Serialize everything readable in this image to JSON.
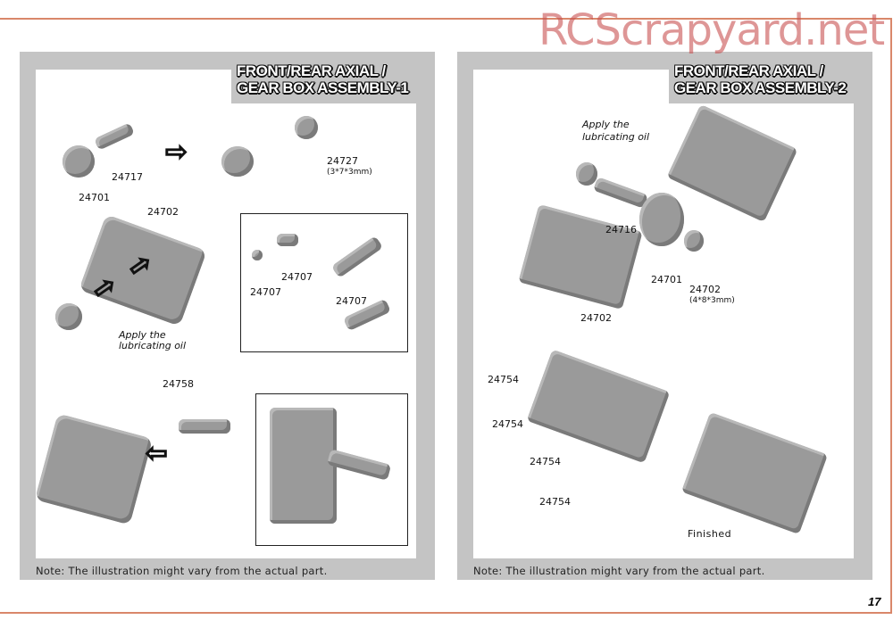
{
  "left_panel": {
    "title_line1": "FRONT/REAR AXIAL /",
    "title_line2": "GEAR BOX ASSEMBLY-1",
    "labels": [
      "24717",
      "24701",
      "24727",
      "(3*7*3mm)",
      "24702",
      "24707",
      "24707",
      "24707",
      "Apply the",
      "lubricating oil",
      "24758"
    ],
    "note": "Note: The illustration might vary from the actual part."
  },
  "right_panel": {
    "title_line1": "FRONT/REAR AXIAL /",
    "title_line2": "GEAR BOX ASSEMBLY-2",
    "labels": [
      "Apply the",
      "lubricating oil",
      "24716",
      "24701",
      "24702",
      "(4*8*3mm)",
      "24702",
      "24754",
      "24754",
      "24754",
      "24754",
      "Finished"
    ],
    "note": "Note: The illustration might vary from the actual part."
  },
  "page_number": "17",
  "watermark": "RCScrapyard.net",
  "colors": {
    "border": "#d9876a",
    "panel": "#c4c4c4"
  }
}
